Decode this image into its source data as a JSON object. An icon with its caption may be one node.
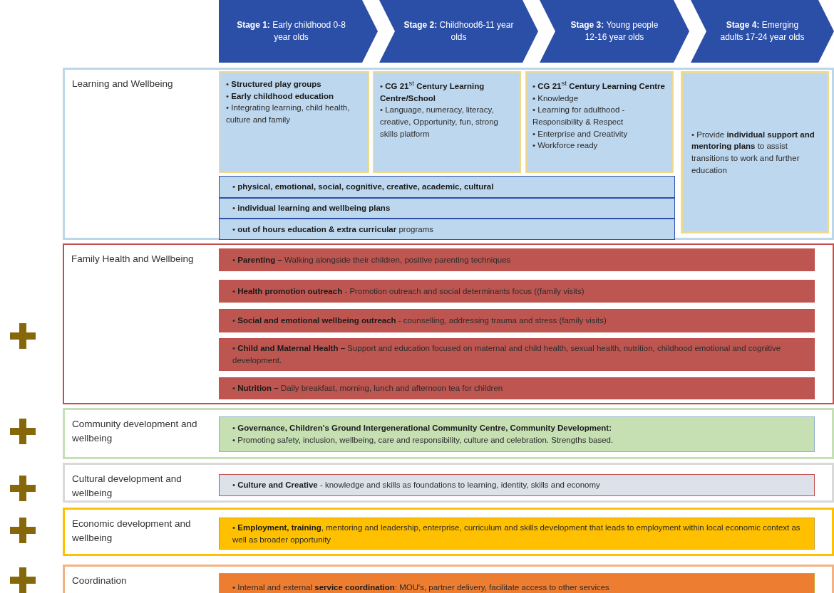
{
  "diagram": {
    "nodes": [
      {
        "text": [
          "**Stage 1:** Early childhood 0-8 year olds"
        ]
      },
      {
        "text": [
          "**Stage 2:** Childhood6-11 year olds"
        ]
      },
      {
        "text": [
          "**Stage 3:** Young people 12-16 year olds"
        ]
      },
      {
        "text": [
          "**Stage 4:** Emerging adults 17-24 year olds"
        ]
      },
      {
        "text": [
          "Learning and Wellbeing"
        ]
      },
      {
        "text": [
          "• **Structured play groups**",
          "• **Early childhood education**",
          "• Integrating learning, child health, culture and family"
        ],
        "in": 4
      },
      {
        "text": [
          "• **CG 21**$^{st}$ **Century Learning Centre/School**",
          "• Language, numeracy, literacy, creative, Opportunity, fun, strong skills platform"
        ],
        "in": 4
      },
      {
        "text": [
          "• **CG 21**$^{st}$ **Century Learning Centre**",
          "• Knowledge",
          "• Learning for adulthood - Responsibility & Respect",
          "• Enterprise and Creativity",
          "• Workforce ready"
        ],
        "in": 4
      },
      {
        "text": [
          "• Provide **individual support and mentoring plans** to assist transitions to work and further education"
        ],
        "in": 4
      },
      {
        "text": [
          "• **physical, emotional, social, cognitive, creative, academic, cultural**"
        ],
        "in": 4
      },
      {
        "text": [
          "• **individual learning and wellbeing plans**"
        ],
        "in": 4
      },
      {
        "text": [
          "• **out of hours education & extra curricular** programs"
        ],
        "in": 4
      },
      {
        "text": [
          "Family Health and Wellbeing"
        ]
      },
      {
        "text": [
          "• **Parenting –** Walking alongside their children, positive parenting techniques"
        ],
        "in": 12
      },
      {
        "text": [
          "• **Health promotion outreach** - Promotion outreach and social determinants focus ((family visits)"
        ],
        "in": 12
      },
      {
        "text": [
          "• **Social and emotional wellbeing outreach** - counselling, addressing trauma and stress (family visits)"
        ],
        "in": 12
      },
      {
        "text": [
          "• **Child and Maternal Health –** Support and education focused on maternal and child health, sexual health, nutrition, childhood emotional and cognitive development."
        ],
        "in": 12
      },
      {
        "text": [
          "• **Nutrition –** Daily breakfast, morning, lunch and afternoon tea for children"
        ],
        "in": 12
      },
      {
        "text": [
          "Community development and wellbeing"
        ]
      },
      {
        "text": [
          "• **Governance, Children's Ground Intergenerational Community Centre, Community Development:**",
          "• Promoting safety, inclusion, wellbeing, care and responsibility, culture and celebration. Strengths based."
        ],
        "in": 18
      },
      {
        "text": [
          "Cultural development and wellbeing"
        ]
      },
      {
        "text": [
          "• **Culture and Creative** - knowledge and skills as foundations to learning, identity, skills and economy"
        ],
        "in": 20
      },
      {
        "text": [
          "Economic development and wellbeing"
        ]
      },
      {
        "text": [
          "• **Employment, training**, mentoring and leadership, enterprise, curriculum and skills development that leads to employment within local economic context as well as broader opportunity"
        ],
        "in": 22
      },
      {
        "text": [
          "Coordination"
        ]
      },
      {
        "text": [
          "• Internal and external **service coordination**: MOU's, partner delivery, facilitate access to other services"
        ],
        "in": 24
      }
    ]
  }
}
